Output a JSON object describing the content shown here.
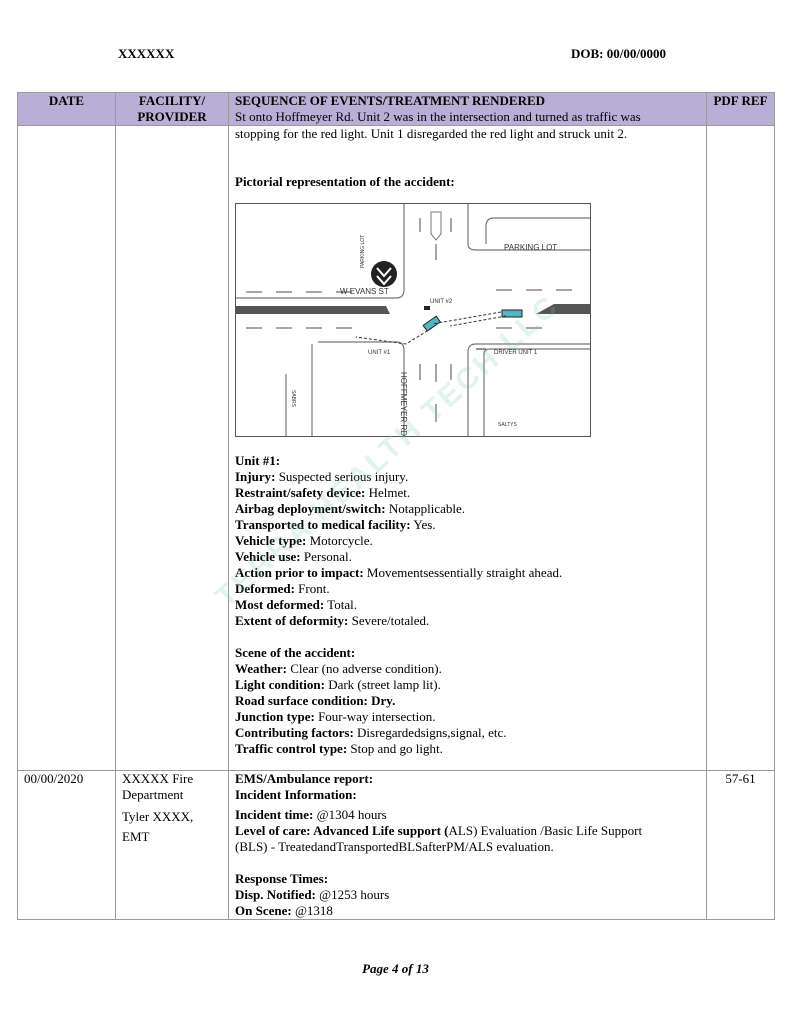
{
  "header": {
    "name": "XXXXXX",
    "dob": "DOB: 00/00/0000"
  },
  "table": {
    "columns": {
      "date": "DATE",
      "facility": "FACILITY/ PROVIDER",
      "sequence": "SEQUENCE OF EVENTS/TREATMENT RENDERED",
      "pdf_ref": "PDF REF"
    },
    "continuation": {
      "line1": "St onto Hoffmeyer Rd. Unit 2 was in the intersection and turned as traffic was",
      "line2": "stopping for the red light. Unit 1 disregarded the red light and struck unit 2.",
      "pictorial_heading": "Pictorial representation of the accident:",
      "map_labels": {
        "parking_lot": "PARKING LOT",
        "parking_lot_side": "PARKING LOT",
        "street": "W EVANS ST",
        "unit2": "UNIT #2",
        "unit1": "UNIT #1",
        "driver_unit1": "DRIVER UNIT 1",
        "road": "HOFFMEYER RD",
        "saltys": "SALTYS",
        "sabrs": "SABRS"
      },
      "unit1_heading": "Unit #1:",
      "unit1_fields": [
        {
          "label": "Injury:",
          "value": " Suspected serious injury."
        },
        {
          "label": "Restraint/safety device:",
          "value": " Helmet."
        },
        {
          "label": "Airbag deployment/switch:",
          "value": " Notapplicable."
        },
        {
          "label": "Transported to medical facility:",
          "value": " Yes."
        },
        {
          "label": "Vehicle type:",
          "value": " Motorcycle."
        },
        {
          "label": "Vehicle use:",
          "value": " Personal."
        },
        {
          "label": "Action prior to impact:",
          "value": " Movementsessentially straight ahead."
        },
        {
          "label": "Deformed:",
          "value": " Front."
        },
        {
          "label": "Most deformed:",
          "value": " Total."
        },
        {
          "label": "Extent of deformity:",
          "value": " Severe/totaled."
        }
      ],
      "scene_heading": "Scene of the accident:",
      "scene_fields": [
        {
          "label": "Weather:",
          "value": " Clear (no adverse condition)."
        },
        {
          "label": "Light condition:",
          "value": " Dark (street lamp lit)."
        },
        {
          "label": "Road surface condition: Dry.",
          "value": ""
        },
        {
          "label": "Junction type:",
          "value": " Four-way intersection."
        },
        {
          "label": "Contributing factors:",
          "value": " Disregardedsigns,signal, etc."
        },
        {
          "label": "Traffic control type:",
          "value": " Stop and go light."
        }
      ]
    },
    "entry": {
      "date": "00/00/2020",
      "facility_line1": "XXXXX Fire Department",
      "provider_line1": "Tyler XXXX,",
      "provider_line2": "EMT",
      "pdf_ref": "57-61",
      "heading1": "EMS/Ambulance report:",
      "heading2": "Incident Information:",
      "incident_time_label": "Incident time:",
      "incident_time_value": " @1304 hours",
      "level_label": "Level of care: Advanced Life support (",
      "level_value1": "ALS) Evaluation /Basic Life Support",
      "level_value2": "(BLS) - TreatedandTransportedBLSafterPM/ALS evaluation.",
      "response_heading": "Response Times:",
      "notified_label": "Disp. Notified:",
      "notified_value": " @1253 hours",
      "onscene_label": "On Scene:",
      "onscene_value": " @1318"
    }
  },
  "footer": {
    "page": "Page 4 of 13"
  },
  "watermark": "TERRA HEALTH TECH LLC",
  "colors": {
    "header_fill": "#b8aed6",
    "border": "#9a9a9a",
    "watermark": "#78c8a0"
  }
}
